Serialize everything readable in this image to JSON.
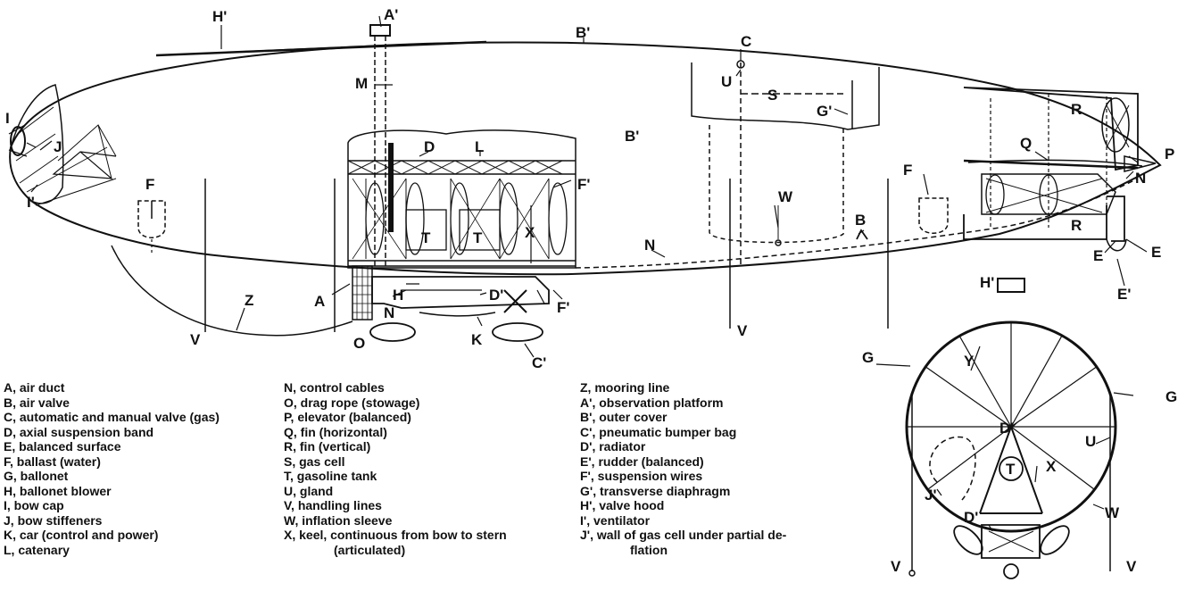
{
  "diagram": {
    "part_labels": {
      "H_prime": "H'",
      "A_prime": "A'",
      "B_prime_top": "B'",
      "C": "C",
      "M": "M",
      "U": "U",
      "S": "S",
      "G_prime": "G'",
      "B_prime_mid": "B'",
      "I": "I",
      "J": "J",
      "I_prime": "I'",
      "F_left": "F",
      "D": "D",
      "L": "L",
      "F_prime_top": "F'",
      "T_1": "T",
      "T_2": "T",
      "X": "X",
      "W": "W",
      "F_right": "F",
      "B": "B",
      "N": "N",
      "R_top": "R",
      "Q": "Q",
      "P": "P",
      "N_tail": "N",
      "R_bottom": "R",
      "E_1": "E",
      "E_2": "E",
      "E_prime": "E'",
      "A": "A",
      "H": "H",
      "D_prime": "D'",
      "Z": "Z",
      "V_1": "V",
      "O": "O",
      "N_car": "N",
      "K": "K",
      "C_prime": "C'",
      "F_prime_bottom": "F'",
      "V_2": "V"
    },
    "section_labels": {
      "H_prime": "H'",
      "G_left": "G",
      "Y": "Y",
      "D_prime": "D'",
      "U": "U",
      "G_right": "G",
      "J_prime": "J'",
      "X": "X",
      "T": "T",
      "W": "W",
      "D_prime_low": "D'",
      "V_left": "V",
      "V_right": "V"
    }
  },
  "legend": {
    "col1": [
      "A, air duct",
      "B, air valve",
      "C, automatic and manual valve (gas)",
      "D, axial suspension band",
      "E, balanced surface",
      "F, ballast (water)",
      "G, ballonet",
      "H, ballonet blower",
      "I, bow cap",
      "J, bow stiffeners",
      "K, car (control and power)",
      "L, catenary"
    ],
    "col2": [
      "N, control cables",
      "O, drag rope (stowage)",
      "P, elevator (balanced)",
      "Q, fin (horizontal)",
      "R, fin (vertical)",
      "S, gas cell",
      "T, gasoline tank",
      "U, gland",
      "V, handling lines",
      "W, inflation sleeve",
      "X, keel, continuous from bow to stern",
      "(articulated)"
    ],
    "col3": [
      "Z, mooring line",
      "A', observation platform",
      "B', outer cover",
      "C', pneumatic bumper bag",
      "D', radiator",
      "E', rudder (balanced)",
      "F', suspension wires",
      "G', transverse diaphragm",
      "H', valve hood",
      "I', ventilator",
      "J', wall of gas cell under partial de-",
      "flation"
    ]
  }
}
